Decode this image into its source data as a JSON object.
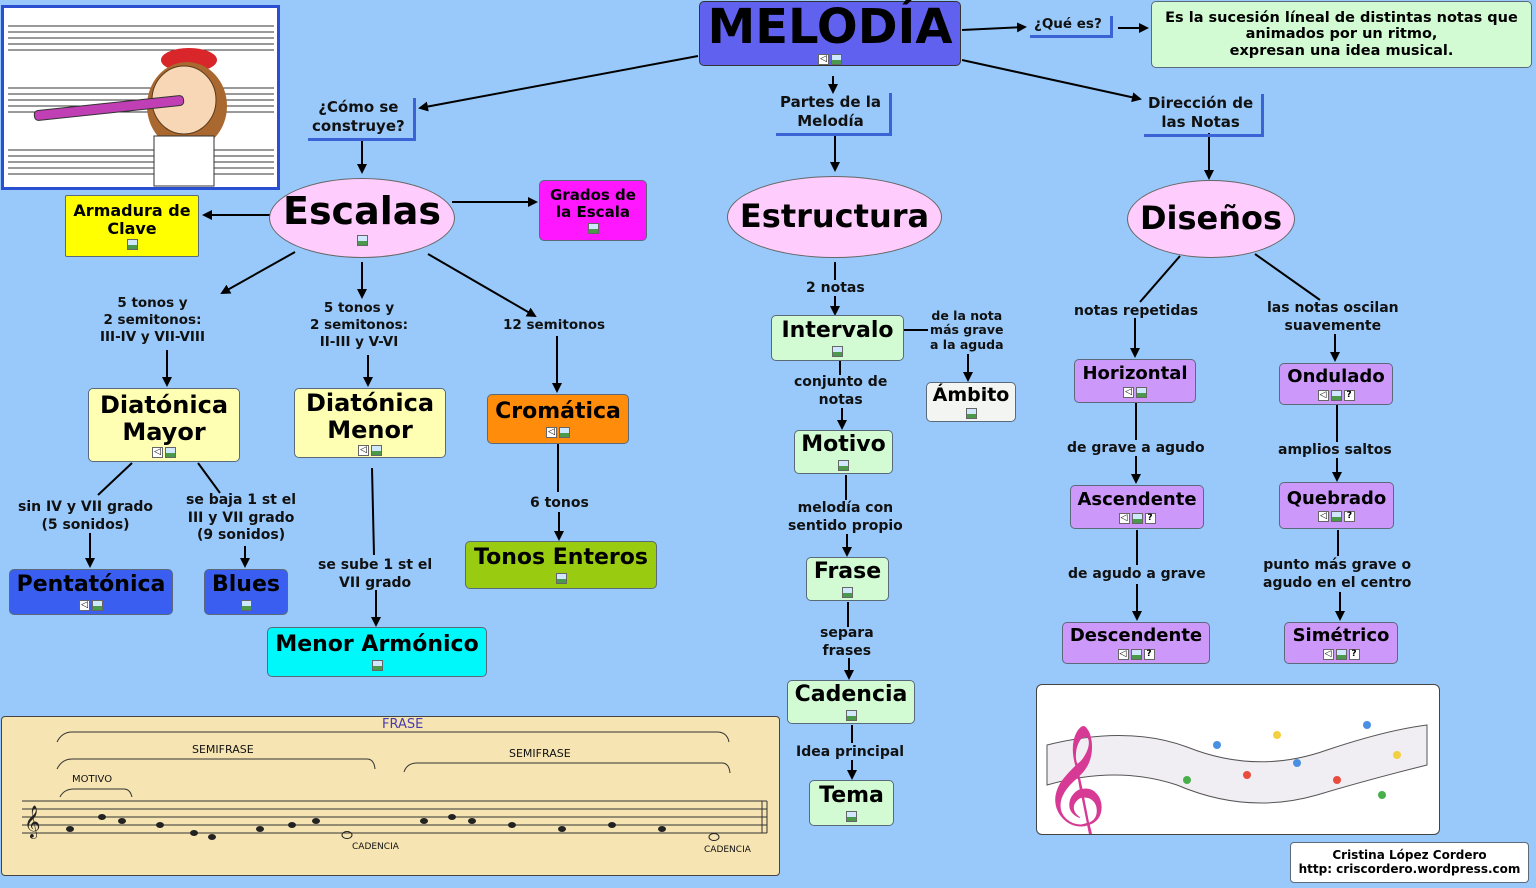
{
  "title": "MELODÍA",
  "que_es": "¿Qué es?",
  "definition": [
    "Es la sucesión  líneal de distintas notas que",
    "animados por un ritmo,",
    "expresan una idea musical."
  ],
  "como_se_construye": [
    "¿Cómo se",
    "construye?"
  ],
  "partes": [
    "Partes de la",
    "Melodía"
  ],
  "direccion": [
    "Dirección  de",
    "las Notas"
  ],
  "escalas": {
    "title": "Escalas",
    "armadura": [
      "Armadura de",
      "Clave"
    ],
    "grados": [
      "Grados de",
      "la Escala"
    ],
    "link_mayor": [
      "5 tonos y",
      "2 semitonos:",
      "III-IV y VII-VIII"
    ],
    "link_menor": [
      "5 tonos y",
      "2 semitonos:",
      "II-III y V-VI"
    ],
    "link_cromatica": "12 semitonos",
    "diatonica_mayor": [
      "Diatónica",
      "Mayor"
    ],
    "diatonica_menor": [
      "Diatónica",
      "Menor"
    ],
    "cromatica": "Cromática",
    "link_pentatonica": [
      "sin IV y VII grado",
      "(5 sonidos)"
    ],
    "link_blues": [
      "se baja 1 st el",
      "III y VII grado",
      "(9 sonidos)"
    ],
    "link_armonico": [
      "se sube 1 st el",
      "VII grado"
    ],
    "link_tonos": "6 tonos",
    "pentatonica": "Pentatónica",
    "blues": "Blues",
    "menor_armonico": "Menor Armónico",
    "tonos_enteros": "Tonos Enteros"
  },
  "estructura": {
    "title": "Estructura",
    "link_intervalo": "2 notas",
    "intervalo": "Intervalo",
    "link_ambito": [
      "de la nota",
      "más grave",
      "a la aguda"
    ],
    "ambito": "Ámbito",
    "link_motivo": [
      "conjunto de",
      "notas"
    ],
    "motivo": "Motivo",
    "link_frase": [
      "melodía con",
      "sentido propio"
    ],
    "frase": "Frase",
    "link_cadencia": [
      "separa",
      "frases"
    ],
    "cadencia": "Cadencia",
    "link_tema": "Idea principal",
    "tema": "Tema"
  },
  "disenos": {
    "title": "Diseños",
    "link_horizontal": "notas repetidas",
    "link_ondulado": [
      "las notas oscilan",
      "suavemente"
    ],
    "horizontal": "Horizontal",
    "ondulado": "Ondulado",
    "link_ascendente": "de grave a agudo",
    "link_quebrado": "amplios saltos",
    "ascendente": "Ascendente",
    "quebrado": "Quebrado",
    "link_descendente": "de agudo a grave",
    "link_simetrico": [
      "punto más grave o",
      "agudo en el centro"
    ],
    "descendente": "Descendente",
    "simetrico": "Simétrico"
  },
  "score": {
    "frase": "FRASE",
    "semifrase_1": "SEMIFRASE",
    "semifrase_2": "SEMIFRASE",
    "motivo": "MOTIVO",
    "cadencia_1": "CADENCIA",
    "cadencia_2": "CADENCIA"
  },
  "credit": [
    "Cristina López Cordero",
    "http: criscordero.wordpress.com"
  ],
  "colors": {
    "background": "#99c9fa",
    "title": "#6161f0",
    "definition": "#d3fbd3",
    "yellow": "#ffff00",
    "magenta": "#ff17ff",
    "ellipse": "#ffcdfd",
    "light_yellow": "#ffffb3",
    "orange": "#ff8c0a",
    "blue": "#3a5ef0",
    "cyan": "#00f8fb",
    "olive": "#99cc11",
    "light_green": "#d3fbd3",
    "purple": "#cc99fb",
    "ambito": "#f2f5f2"
  }
}
